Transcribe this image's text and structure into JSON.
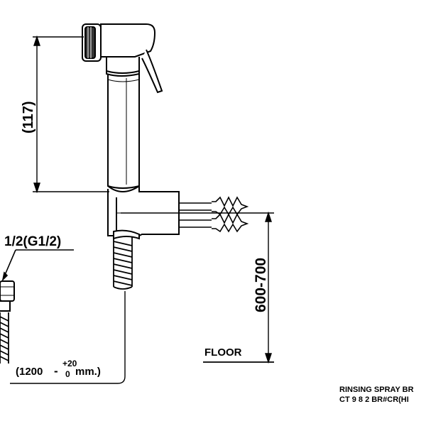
{
  "dimensions": {
    "height_label": "(117)",
    "mount_height_label": "600-700",
    "hose_length_main": "(1200",
    "hose_tol_upper": "+20",
    "hose_tol_lower": "0",
    "hose_tol_sign": "-",
    "hose_unit": "mm.)",
    "thread_label": "1/2(G1/2)"
  },
  "floor_label": "FLOOR",
  "title_block": {
    "line1": "RINSING SPRAY BR",
    "line2": "CT 9 8 2 BR#CR(HI"
  },
  "colors": {
    "ink": "#000000",
    "paper": "#ffffff"
  }
}
